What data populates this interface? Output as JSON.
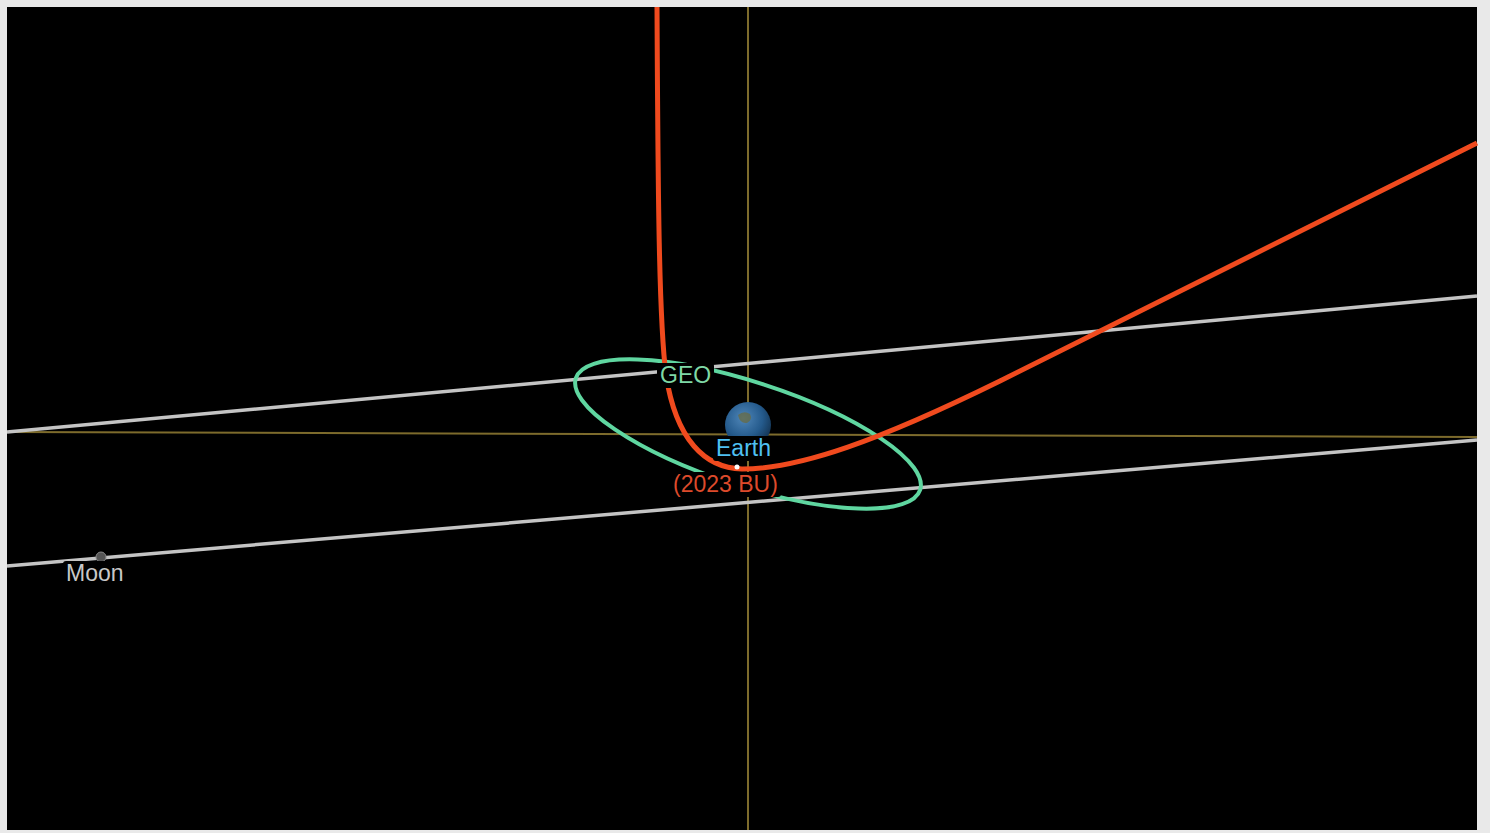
{
  "diagram": {
    "labels": [
      "GEO",
      "Earth",
      "(2023 BU)",
      "Moon"
    ]
  }
}
